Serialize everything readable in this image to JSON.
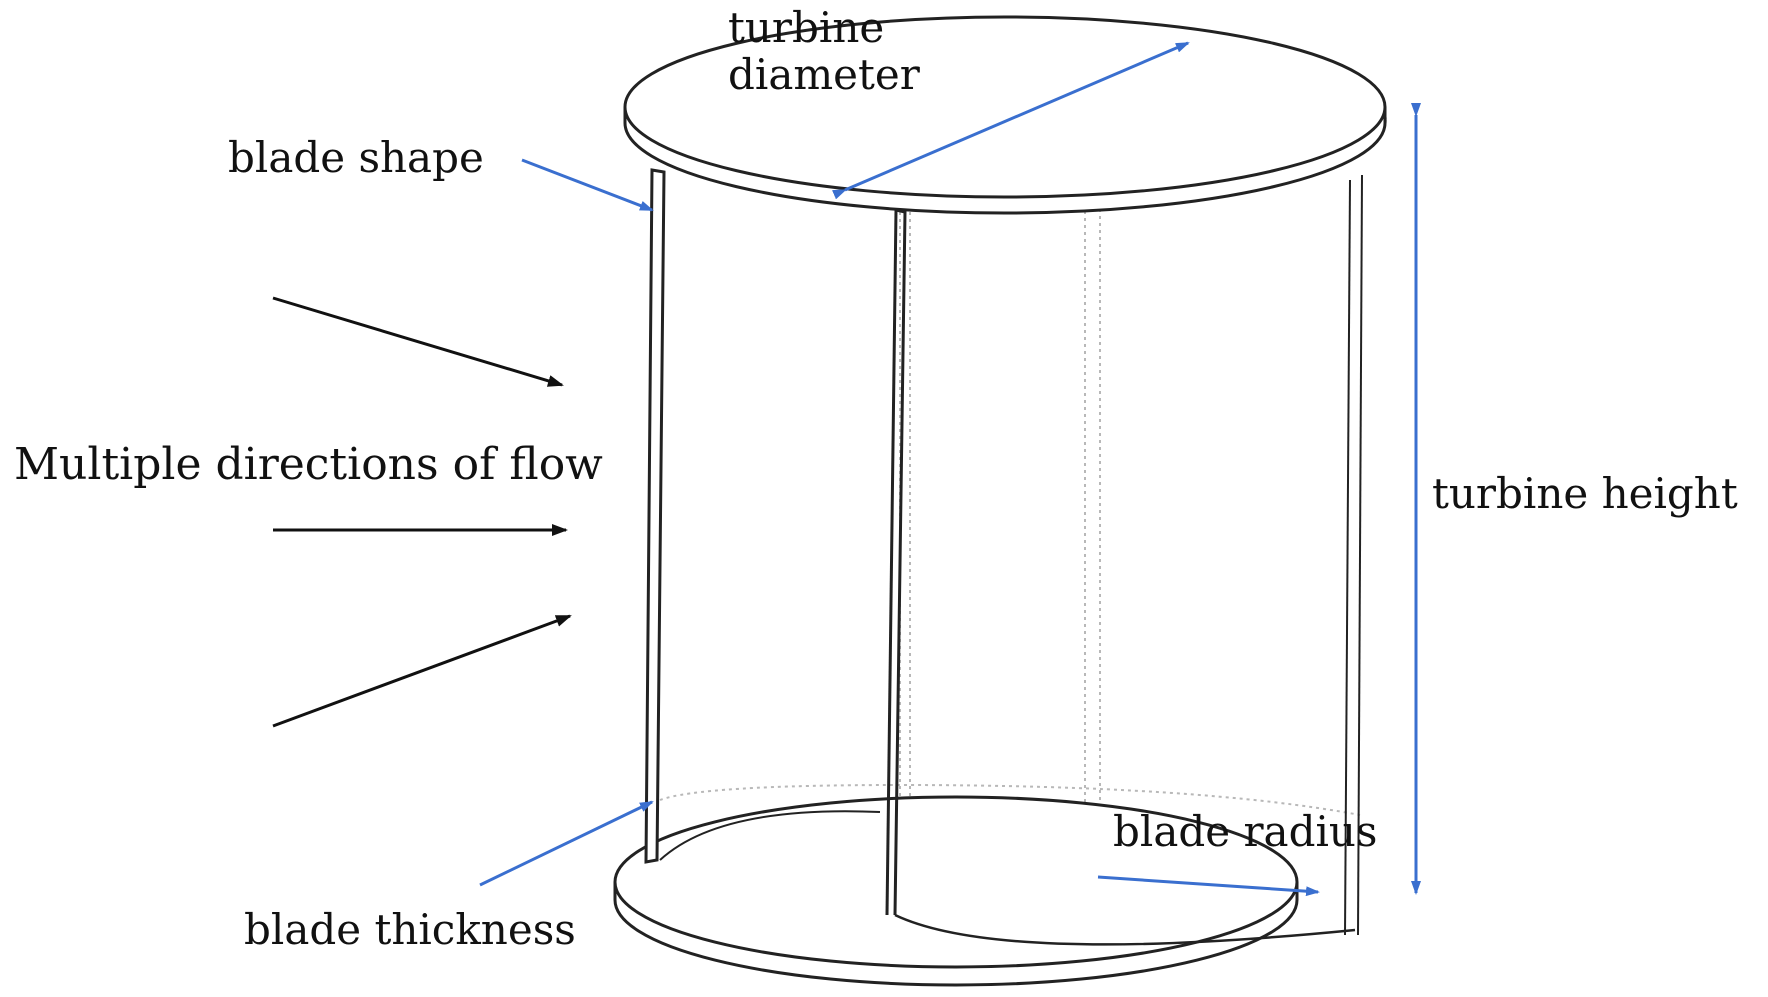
{
  "labels": {
    "turbine_diameter_line1": "turbine",
    "turbine_diameter_line2": "diameter",
    "blade_shape": "blade shape",
    "flow_directions": "Multiple directions of flow",
    "turbine_height": "turbine height",
    "blade_radius": "blade radius",
    "blade_thickness": "blade thickness"
  },
  "colors": {
    "annotation_arrow": "#3a6fcf",
    "flow_arrow": "#111111",
    "outline": "#222222",
    "hidden_line": "#b8b8b8",
    "background": "#ffffff"
  }
}
